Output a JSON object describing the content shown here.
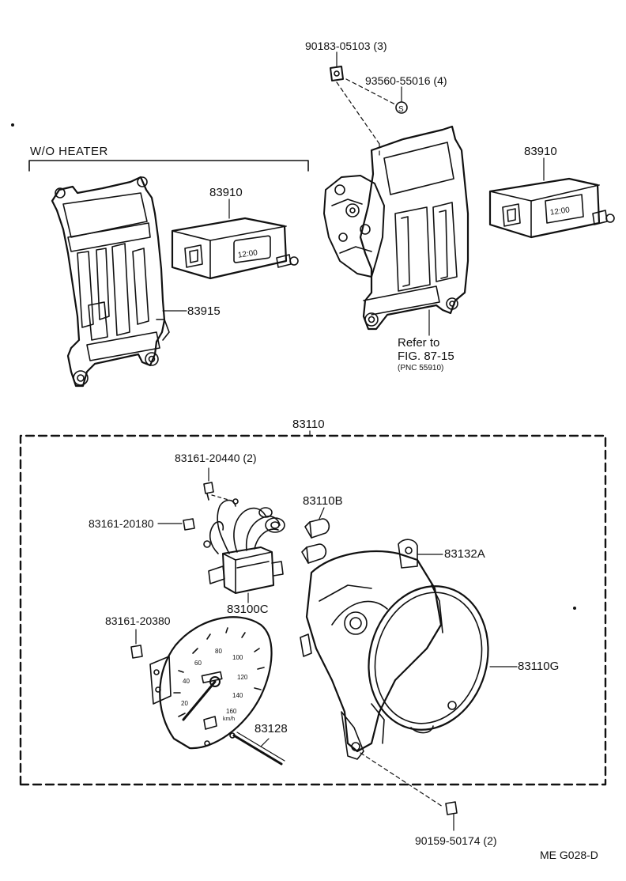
{
  "top_section": {
    "wo_heater_label": "W/O  HEATER",
    "bolt_left_part": "90183-05103 (3)",
    "screw_part": "93560-55016 (4)",
    "clock_left_part": "83910",
    "clock_right_part": "83910",
    "bracket_part": "83915",
    "clock_display_left": "12:00",
    "clock_display_right": "12:00",
    "refer_line1": "Refer to",
    "refer_line2": "FIG. 87-15",
    "refer_line3": "(PNC 55910)"
  },
  "meter_section": {
    "assembly_part": "83110",
    "screw_top_part": "83161-20440 (2)",
    "screw_mid_part": "83161-20180",
    "bulb_part": "83110B",
    "harness_part": "83100C",
    "case_tab_part": "83132A",
    "screw_dial_part": "83161-20380",
    "lens_part": "83110G",
    "cable_part": "83128",
    "screw_bottom_part": "90159-50174 (2)",
    "diagram_code": "ME  G028-D",
    "speedo_numbers": [
      "20",
      "40",
      "60",
      "80",
      "100",
      "120",
      "140",
      "160"
    ],
    "speedo_unit": "km/h"
  }
}
